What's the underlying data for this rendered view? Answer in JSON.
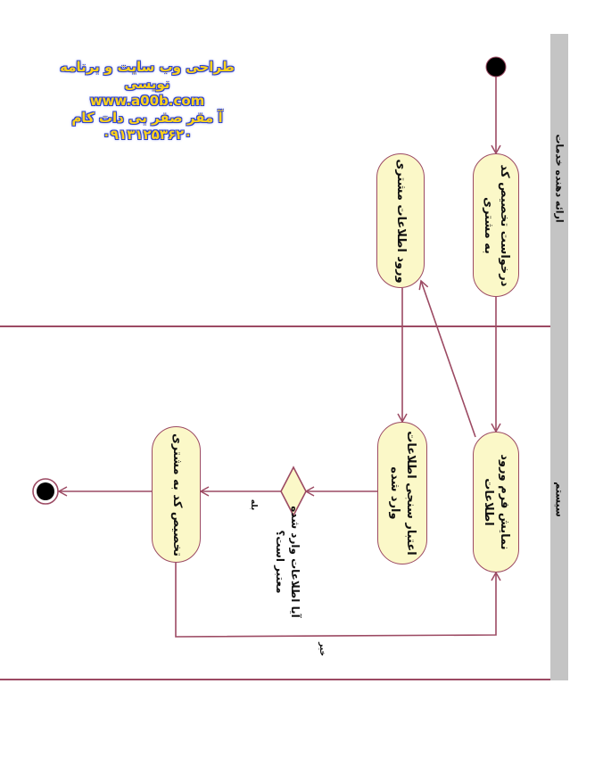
{
  "watermark": {
    "line1": "طراحی وب سایت و برنامه نویسی",
    "line2": "www.a00b.com",
    "line3": "آ مقر صفر بی دات کام",
    "line4": "۰۹۱۳۱۲۵۳۶۲۰"
  },
  "lanes": [
    {
      "id": "customer",
      "label": "ارائه دهنده خدمات"
    },
    {
      "id": "system",
      "label": "سیستم"
    }
  ],
  "activities": [
    {
      "id": "request",
      "label": "درخواست تخصیص کد به مشتری"
    },
    {
      "id": "enter-info",
      "label": "ورود اطلاعات مشتری"
    },
    {
      "id": "show-form",
      "label": "نمایش فرم ورود اطلاعات"
    },
    {
      "id": "validate",
      "label": "اعتبار سنجی اطلاعات وارد شده"
    },
    {
      "id": "assign-code",
      "label": "تخصیص کد به مشتری"
    }
  ],
  "decision": {
    "label": "آیا اطلاعات وارد شده معتبر است؟"
  },
  "guards": {
    "yes": "بله",
    "no": "خیر"
  },
  "colors": {
    "line": "#9c4a63",
    "activity_fill": "#fbf8c8",
    "lane_bar": "#c4c4c4",
    "node_fill": "#000000"
  }
}
